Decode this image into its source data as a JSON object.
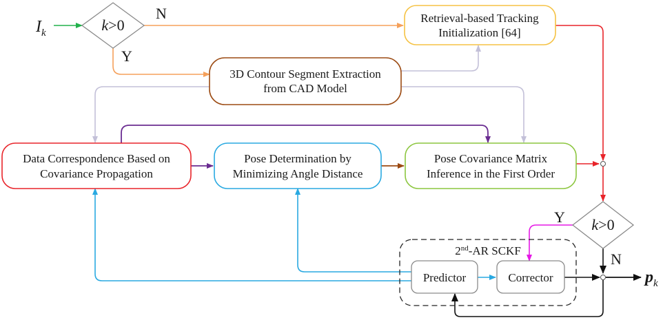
{
  "input": {
    "letter": "I",
    "subscript": "k"
  },
  "decision_top": {
    "var": "k",
    "op": ">0",
    "no_label": "N",
    "yes_label": "Y"
  },
  "decision_bottom": {
    "var": "k",
    "op": ">0",
    "yes_label": "Y",
    "no_label": "N"
  },
  "boxes": {
    "retrieval": [
      "Retrieval-based Tracking",
      "Initialization [64]"
    ],
    "contour": [
      "3D Contour Segment Extraction",
      "from CAD Model"
    ],
    "correspondence": [
      "Data Correspondence Based on",
      "Covariance Propagation"
    ],
    "pose": [
      "Pose Determination by",
      "Minimizing Angle Distance"
    ],
    "covariance": [
      "Pose Covariance Matrix",
      "Inference in the First Order"
    ]
  },
  "sckf": {
    "title_main": "2",
    "title_sup": "nd",
    "title_rest": "-AR SCKF",
    "predictor": "Predictor",
    "corrector": "Corrector"
  },
  "output": {
    "letter": "p",
    "subscript": "k"
  },
  "colors": {
    "green": "#22b14c",
    "orange": "#f5a05a",
    "yellow": "#f5c243",
    "brown": "#9b4a12",
    "lavender": "#c3c0d8",
    "red": "#e8242a",
    "cyan": "#29a9e1",
    "purple": "#6a2c91",
    "lightgreen": "#8cc63f",
    "magenta": "#e619e6",
    "gray": "#8a8a8a",
    "black": "#111111"
  }
}
